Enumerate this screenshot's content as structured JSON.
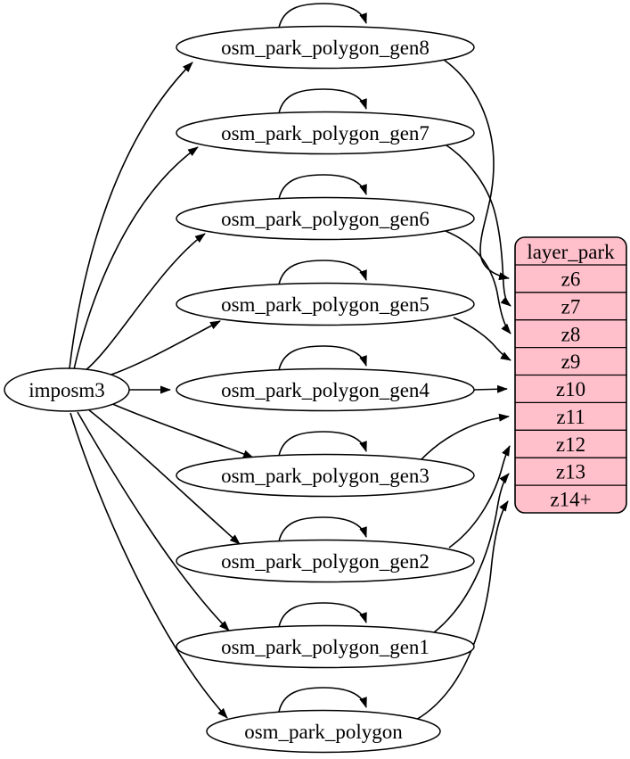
{
  "diagram": {
    "type": "graphviz-flow",
    "colors": {
      "layer_fill": "#ffc0cb",
      "node_fill": "#ffffff",
      "edge": "#000000",
      "background": "#ffffff"
    },
    "nodes": {
      "imposm3": {
        "label": "imposm3"
      },
      "gen8": {
        "label": "osm_park_polygon_gen8"
      },
      "gen7": {
        "label": "osm_park_polygon_gen7"
      },
      "gen6": {
        "label": "osm_park_polygon_gen6"
      },
      "gen5": {
        "label": "osm_park_polygon_gen5"
      },
      "gen4": {
        "label": "osm_park_polygon_gen4"
      },
      "gen3": {
        "label": "osm_park_polygon_gen3"
      },
      "gen2": {
        "label": "osm_park_polygon_gen2"
      },
      "gen1": {
        "label": "osm_park_polygon_gen1"
      },
      "base": {
        "label": "osm_park_polygon"
      }
    },
    "layer_table": {
      "title": "layer_park",
      "rows": [
        "z6",
        "z7",
        "z8",
        "z9",
        "z10",
        "z11",
        "z12",
        "z13",
        "z14+"
      ]
    },
    "edges": [
      {
        "from": "imposm3",
        "to": "osm_park_polygon_gen8"
      },
      {
        "from": "imposm3",
        "to": "osm_park_polygon_gen7"
      },
      {
        "from": "imposm3",
        "to": "osm_park_polygon_gen6"
      },
      {
        "from": "imposm3",
        "to": "osm_park_polygon_gen5"
      },
      {
        "from": "imposm3",
        "to": "osm_park_polygon_gen4"
      },
      {
        "from": "imposm3",
        "to": "osm_park_polygon_gen3"
      },
      {
        "from": "imposm3",
        "to": "osm_park_polygon_gen2"
      },
      {
        "from": "imposm3",
        "to": "osm_park_polygon_gen1"
      },
      {
        "from": "imposm3",
        "to": "osm_park_polygon"
      },
      {
        "from": "osm_park_polygon_gen8",
        "to": "osm_park_polygon_gen8",
        "type": "self-loop"
      },
      {
        "from": "osm_park_polygon_gen7",
        "to": "osm_park_polygon_gen7",
        "type": "self-loop"
      },
      {
        "from": "osm_park_polygon_gen6",
        "to": "osm_park_polygon_gen6",
        "type": "self-loop"
      },
      {
        "from": "osm_park_polygon_gen5",
        "to": "osm_park_polygon_gen5",
        "type": "self-loop"
      },
      {
        "from": "osm_park_polygon_gen4",
        "to": "osm_park_polygon_gen4",
        "type": "self-loop"
      },
      {
        "from": "osm_park_polygon_gen3",
        "to": "osm_park_polygon_gen3",
        "type": "self-loop"
      },
      {
        "from": "osm_park_polygon_gen2",
        "to": "osm_park_polygon_gen2",
        "type": "self-loop"
      },
      {
        "from": "osm_park_polygon_gen1",
        "to": "osm_park_polygon_gen1",
        "type": "self-loop"
      },
      {
        "from": "osm_park_polygon",
        "to": "osm_park_polygon",
        "type": "self-loop"
      },
      {
        "from": "osm_park_polygon_gen8",
        "to": "layer_park.z6"
      },
      {
        "from": "osm_park_polygon_gen7",
        "to": "layer_park.z7"
      },
      {
        "from": "osm_park_polygon_gen6",
        "to": "layer_park.z8"
      },
      {
        "from": "osm_park_polygon_gen5",
        "to": "layer_park.z9"
      },
      {
        "from": "osm_park_polygon_gen4",
        "to": "layer_park.z10"
      },
      {
        "from": "osm_park_polygon_gen3",
        "to": "layer_park.z11"
      },
      {
        "from": "osm_park_polygon_gen2",
        "to": "layer_park.z12"
      },
      {
        "from": "osm_park_polygon_gen1",
        "to": "layer_park.z13"
      },
      {
        "from": "osm_park_polygon",
        "to": "layer_park.z14+"
      }
    ]
  }
}
